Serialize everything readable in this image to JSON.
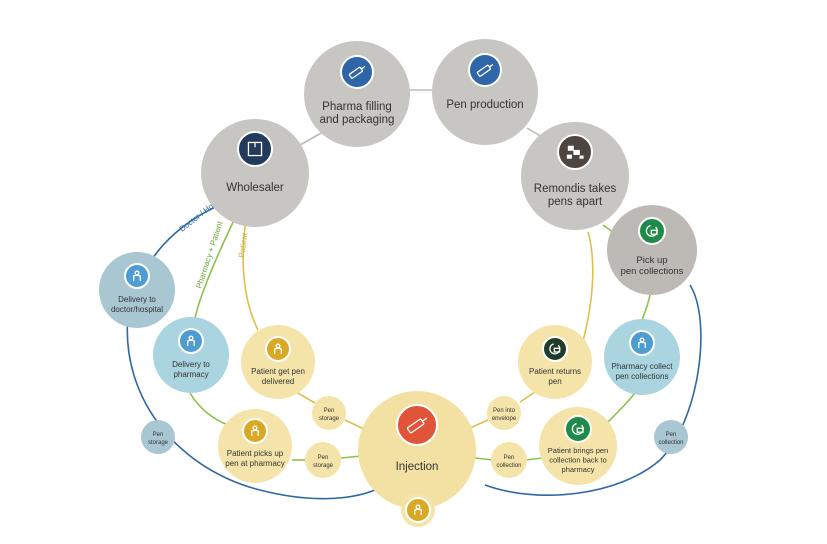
{
  "colors": {
    "grey": "#c8c6c2",
    "grey_dark": "#bdbab5",
    "yellow": "#f5e4a9",
    "yellow_big": "#f3e1a4",
    "lightblue": "#a9d4e0",
    "steelblue": "#a9c6d3",
    "blue_line": "#2f67a2",
    "green_line": "#8cc24a",
    "yellow_line": "#e0bf4c",
    "grey_line": "#bdbab5",
    "icon_blue": "#2f66a8",
    "icon_navy": "#223a5b",
    "icon_brown": "#4d463e",
    "icon_green": "#1f8a4a",
    "icon_darkgreen": "#1f3d2a",
    "icon_red": "#e0553a",
    "icon_gold": "#d9a925",
    "icon_sky": "#4f9cd3"
  },
  "nodes": {
    "pharma": {
      "label": [
        "Pharma filling",
        "and packaging"
      ],
      "icon": "syringe-icon"
    },
    "pen_production": {
      "label": [
        "Pen production"
      ],
      "icon": "pen-icon"
    },
    "wholesaler": {
      "label": [
        "Wholesaler"
      ],
      "icon": "box-icon"
    },
    "remondis": {
      "label": [
        "Remondis takes",
        "pens apart"
      ],
      "icon": "parts-icon"
    },
    "pickup": {
      "label": [
        "Pick up",
        "pen collections"
      ],
      "icon": "collection-box-icon"
    },
    "delivery_doctor": {
      "label": [
        "Delivery to",
        "doctor/hospital"
      ],
      "icon": "person-icon"
    },
    "delivery_pharmacy": {
      "label": [
        "Delivery to",
        "pharmacy"
      ],
      "icon": "person-icon"
    },
    "patient_delivered": {
      "label": [
        "Patient get pen",
        "delivered"
      ],
      "icon": "person-icon"
    },
    "patient_returns": {
      "label": [
        "Patient returns",
        "pen"
      ],
      "icon": "envelope-return-icon"
    },
    "pharmacy_collect": {
      "label": [
        "Pharmacy collect",
        "pen collections"
      ],
      "icon": "person-icon"
    },
    "pen_storage_top": {
      "label": [
        "Pen",
        "storage"
      ]
    },
    "pen_into_envelope": {
      "label": [
        "Pen into",
        "envelope"
      ]
    },
    "pen_storage_left": {
      "label": [
        "Pen",
        "storage"
      ]
    },
    "pen_collection_right": {
      "label": [
        "Pen",
        "collection"
      ]
    },
    "patient_picks": {
      "label": [
        "Patient picks up",
        "pen at pharmacy"
      ],
      "icon": "person-icon"
    },
    "pen_storage_mid": {
      "label": [
        "Pen",
        "storage"
      ]
    },
    "injection": {
      "label": [
        "Injection"
      ],
      "icon": "syringe-icon"
    },
    "pen_collection_mid": {
      "label": [
        "Pen",
        "collection"
      ]
    },
    "patient_brings": {
      "label": [
        "Patient brings pen",
        "collection back to",
        "pharmacy"
      ],
      "icon": "collection-box-icon"
    },
    "patient_bottom": {
      "label": [],
      "icon": "person-icon"
    }
  },
  "curve_labels": {
    "doctor": "Doctor / Hospital",
    "pharmacy_patient": "Pharmacy + Patient",
    "patient": "Patient"
  }
}
